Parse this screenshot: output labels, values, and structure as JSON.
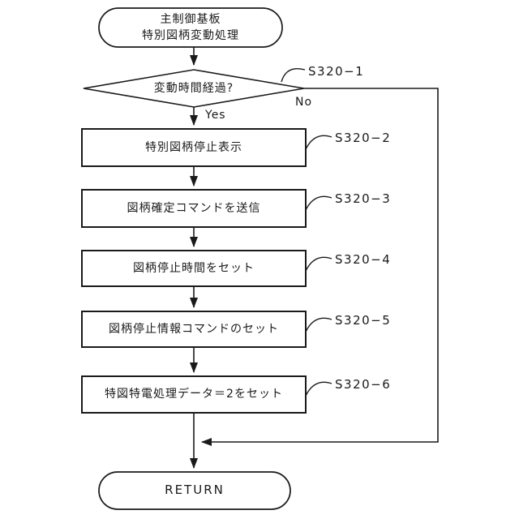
{
  "flow": {
    "start": {
      "line1": "主制御基板",
      "line2": "特別図柄変動処理"
    },
    "decision": {
      "question": "変動時間経過?",
      "step_label": "S320−1",
      "yes_label": "Yes",
      "no_label": "No"
    },
    "steps": [
      {
        "text": "特別図柄停止表示",
        "step_label": "S320−2"
      },
      {
        "text": "図柄確定コマンドを送信",
        "step_label": "S320−3"
      },
      {
        "text": "図柄停止時間をセット",
        "step_label": "S320−4"
      },
      {
        "text": "図柄停止情報コマンドのセット",
        "step_label": "S320−5"
      },
      {
        "text": "特図特電処理データ＝2をセット",
        "step_label": "S320−6"
      }
    ],
    "end": {
      "text": "RETURN"
    },
    "colors": {
      "line": "#1a1a1a",
      "background": "#ffffff"
    }
  }
}
